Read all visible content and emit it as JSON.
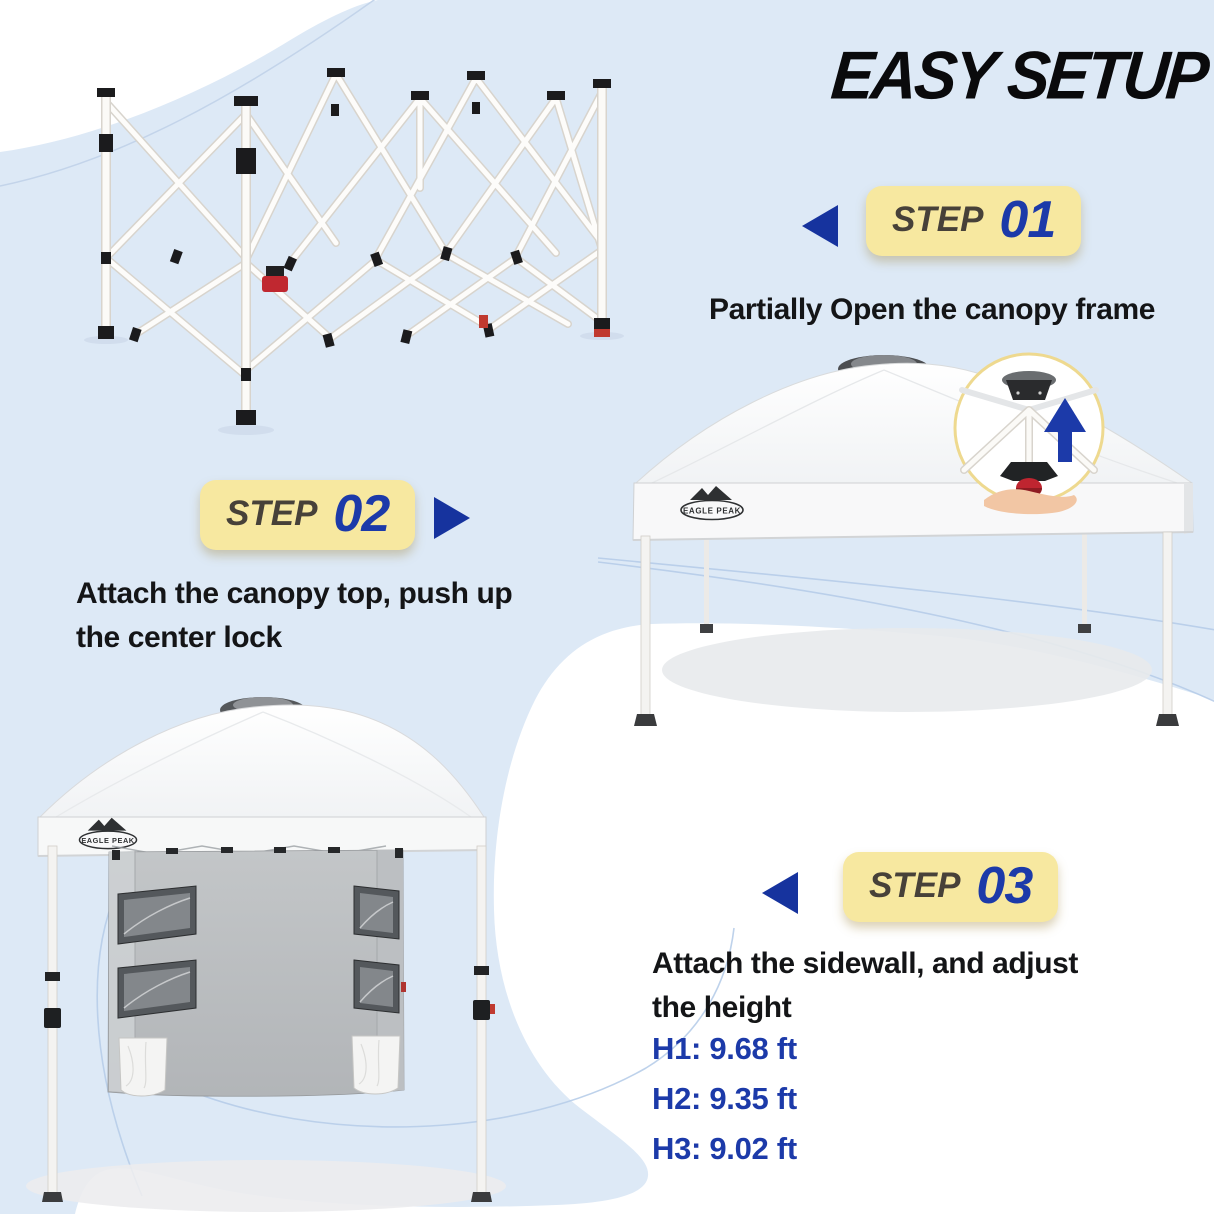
{
  "title": "EASY SETUP",
  "brand": {
    "name": "EAGLE PEAK"
  },
  "colors": {
    "background_blue": "#dde9f6",
    "badge_yellow": "#f7e8a0",
    "step_label_color": "#474139",
    "accent_blue": "#1c3aa9",
    "body_text": "#141517",
    "canopy_red": "#c02830"
  },
  "step1": {
    "label": "STEP",
    "number": "01",
    "caption": "Partially Open the canopy frame"
  },
  "step2": {
    "label": "STEP",
    "number": "02",
    "caption_line1": "Attach the canopy top, push up",
    "caption_line2": "the center lock"
  },
  "step3": {
    "label": "STEP",
    "number": "03",
    "caption_line1": "Attach the sidewall, and adjust",
    "caption_line2": "the height"
  },
  "heights": {
    "h1": "H1: 9.68 ft",
    "h2": "H2: 9.35 ft",
    "h3": "H3: 9.02 ft"
  }
}
